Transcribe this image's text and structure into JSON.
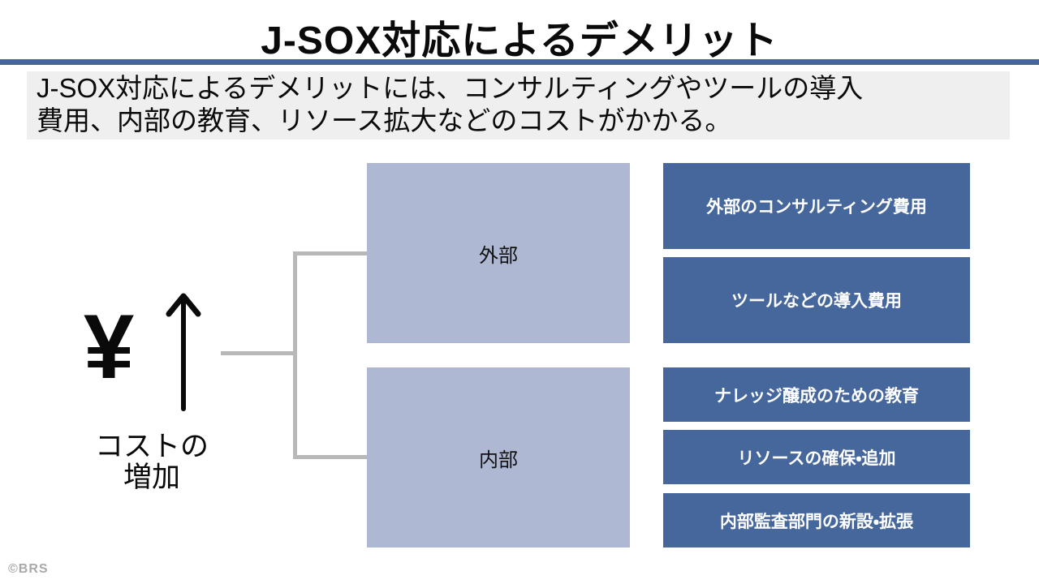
{
  "slide": {
    "title": "J-SOX対応によるデメリット",
    "subtitle_line1": "J-SOX対応によるデメリットには、コンサルティングやツールの導入",
    "subtitle_line2": "費用、内部の教育、リソース拡大などのコストがかかる。",
    "footer": "©BRS"
  },
  "diagram": {
    "cost_symbol": "¥",
    "cost_label_line1": "コストの",
    "cost_label_line2": "増加",
    "categories": [
      {
        "label": "外部"
      },
      {
        "label": "内部"
      }
    ],
    "items_external": [
      "外部のコンサルティング費用",
      "ツールなどの導入費用"
    ],
    "items_internal": [
      "ナレッジ醸成のための教育",
      "リソースの確保・追加",
      "内部監査部門の新設・拡張"
    ]
  },
  "colors": {
    "accent_dark_blue": "#46679c",
    "accent_light_blue": "#aeb8d2",
    "rule_blue": "#46679c",
    "connector_gray": "#b8b8b8",
    "subtitle_bg": "#efefef",
    "footer_gray": "#a9a9a9"
  }
}
